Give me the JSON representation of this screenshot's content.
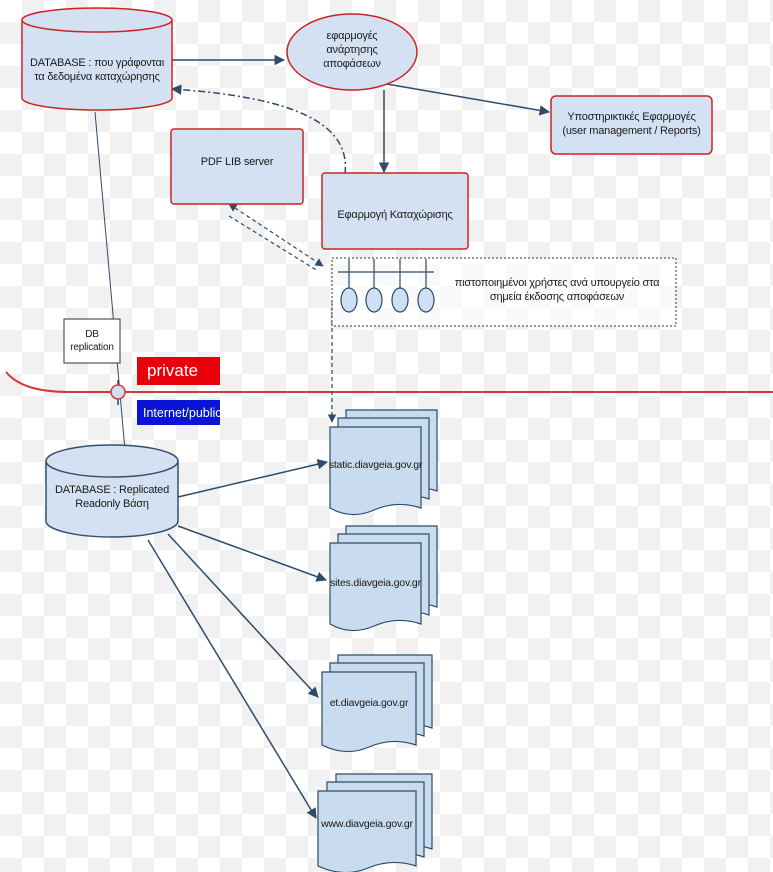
{
  "nodes": {
    "db_write": "DATABASE : που γράφονται τα δεδομένα καταχώρησης",
    "publish_apps": "εφαρμογές ανάρτησης αποφάσεων",
    "support_apps": "Υποστηρικτικές Εφαρμογές (user management / Reports)",
    "pdf_lib": "PDF LIB server",
    "registration_app": "Εφαρμογή Καταχώρισης",
    "certified_users": "πιστοποιημένοι χρήστες ανά υπουργείο στα σημεία έκδοσης αποφάσεων",
    "db_replication": "DB replication",
    "db_replicated": "DATABASE : Replicated Readonly Βάση",
    "site_static": "static.diavgeia.gov.gr",
    "site_sites": "sites.diavgeia.gov.gr",
    "site_et": "et.diavgeia.gov.gr",
    "site_www": "www.diavgeia.gov.gr"
  },
  "zones": {
    "private": "private",
    "public": "Internet/public"
  },
  "colors": {
    "node_fill": "#d4e1f3",
    "node_fill_doc": "#c9dbee",
    "node_border_red": "#cc2222",
    "node_border_blue": "#34506e",
    "connector": "#2d4c6b",
    "boundary": "#d23a3a",
    "private_fill": "#e8000a",
    "public_fill": "#0a14d6"
  }
}
